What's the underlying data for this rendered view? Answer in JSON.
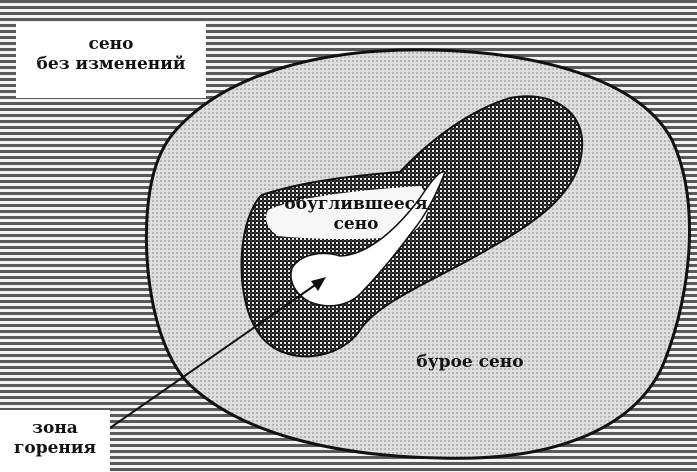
{
  "labels": {
    "unchanged_hay": [
      "сено",
      "без изменений"
    ],
    "charred_hay": [
      "обуглившееся",
      "сено"
    ],
    "brown_hay": "бурое сено",
    "combustion_zone": [
      "зона",
      "горения"
    ]
  },
  "colors": {
    "outer_stripes": "#555555",
    "brown_fill": "#cfcfcf",
    "charred_fill": "#2e2e2e",
    "combustion_fill": "#ffffff",
    "outline": "#111111"
  }
}
